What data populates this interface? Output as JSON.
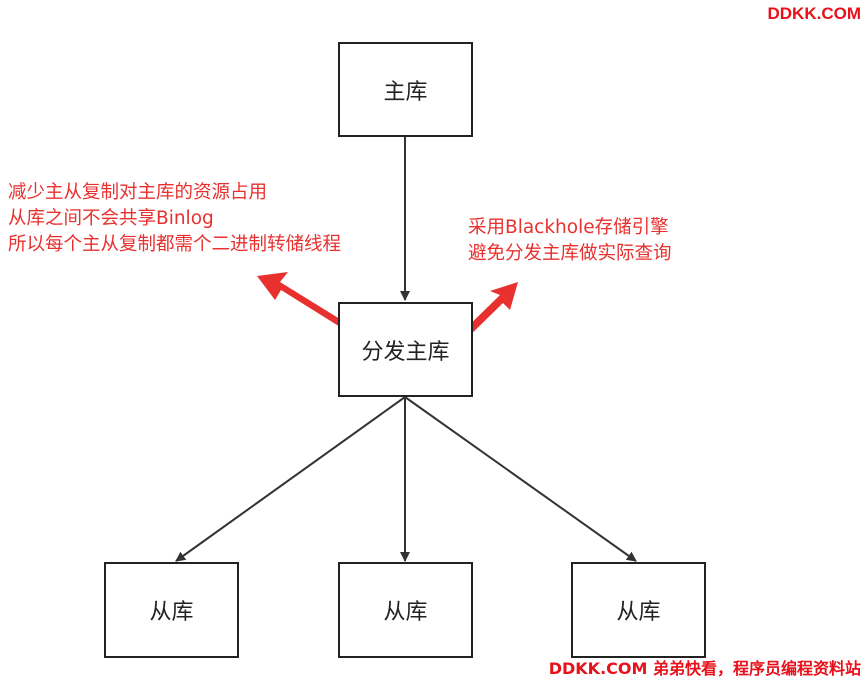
{
  "watermark_top": "DDKK.COM",
  "watermark_bottom": "DDKK.COM 弟弟快看，程序员编程资料站",
  "nodes": {
    "master": "主库",
    "distributor": "分发主库",
    "slaves": [
      "从库",
      "从库",
      "从库"
    ]
  },
  "annotations": {
    "left": [
      "减少主从复制对主库的资源占用",
      "从库之间不会共享Binlog",
      "所以每个主从复制都需个二进制转储线程"
    ],
    "right": [
      "采用Blackhole存储引擎",
      "避免分发主库做实际查询"
    ]
  },
  "colors": {
    "annotation": "#e8312f",
    "watermark": "#e8111b",
    "line": "#333333"
  }
}
